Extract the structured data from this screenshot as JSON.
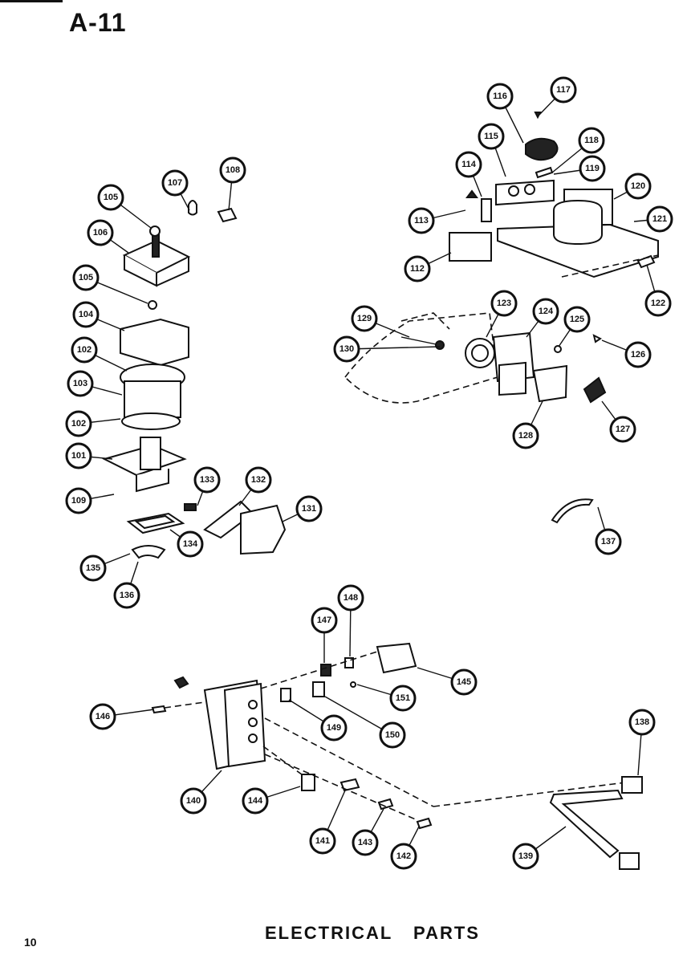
{
  "header": {
    "page_id": "A-11"
  },
  "footer": {
    "page_number": "10",
    "title": "ELECTRICAL   PARTS"
  },
  "callouts": [
    {
      "label": "116"
    },
    {
      "label": "117"
    },
    {
      "label": "115"
    },
    {
      "label": "118"
    },
    {
      "label": "114"
    },
    {
      "label": "119"
    },
    {
      "label": "120"
    },
    {
      "label": "113"
    },
    {
      "label": "121"
    },
    {
      "label": "112"
    },
    {
      "label": "122"
    },
    {
      "label": "107"
    },
    {
      "label": "108"
    },
    {
      "label": "105"
    },
    {
      "label": "106"
    },
    {
      "label": "105"
    },
    {
      "label": "104"
    },
    {
      "label": "102"
    },
    {
      "label": "103"
    },
    {
      "label": "102"
    },
    {
      "label": "101"
    },
    {
      "label": "109"
    },
    {
      "label": "133"
    },
    {
      "label": "132"
    },
    {
      "label": "131"
    },
    {
      "label": "134"
    },
    {
      "label": "135"
    },
    {
      "label": "136"
    },
    {
      "label": "129"
    },
    {
      "label": "123"
    },
    {
      "label": "124"
    },
    {
      "label": "125"
    },
    {
      "label": "130"
    },
    {
      "label": "126"
    },
    {
      "label": "128"
    },
    {
      "label": "127"
    },
    {
      "label": "137"
    },
    {
      "label": "148"
    },
    {
      "label": "147"
    },
    {
      "label": "145"
    },
    {
      "label": "146"
    },
    {
      "label": "151"
    },
    {
      "label": "149"
    },
    {
      "label": "150"
    },
    {
      "label": "138"
    },
    {
      "label": "140"
    },
    {
      "label": "144"
    },
    {
      "label": "141"
    },
    {
      "label": "143"
    },
    {
      "label": "142"
    },
    {
      "label": "139"
    }
  ]
}
